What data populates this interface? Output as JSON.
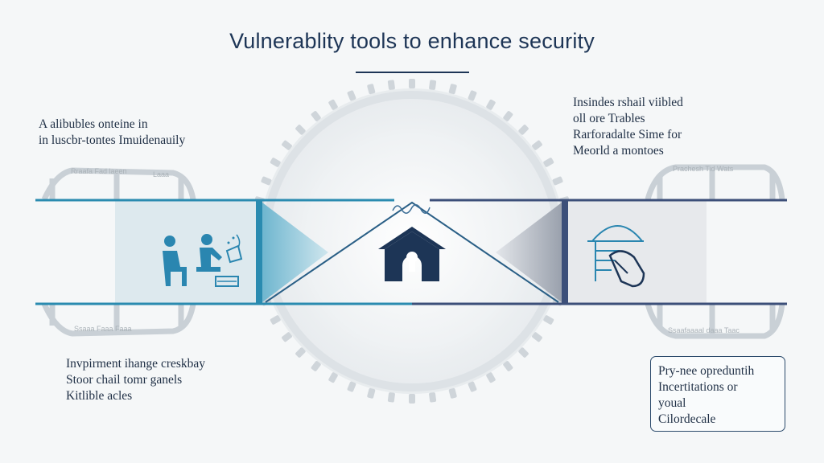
{
  "title": "Vulnerablity tools to enhance security",
  "left_top_text": [
    "A alibubles onteine in",
    "in luscbr-tontes Imuidenauily"
  ],
  "right_top_text": [
    "Insindes rshail viibled",
    "oll ore Trables",
    "Rarforadalte Sime for",
    "Meorld a montoes"
  ],
  "left_bottom_text": [
    "Invpirment ihange creskbay",
    "Stoor chail tomr ganels",
    "Kitlible acles"
  ],
  "right_bottom_text": [
    "Pry-nee opreduntih",
    "Incertitations or",
    "youal",
    "Cilordecale"
  ],
  "bridge_labels": {
    "left_top": "Rraafa Fad laeen",
    "left_top_small": "Laaa",
    "right_top": "Prachesh Tid Wats",
    "left_bottom": "Ssaaa Faaa Faaa",
    "right_bottom": "Ssaafaaaal daaa Taac"
  },
  "icons": {
    "left": "people-at-computer-icon",
    "center": "house-lock-icon",
    "right": "hand-on-document-icon"
  },
  "colors": {
    "title": "#1d3556",
    "left_line": "#2a8bb0",
    "right_line": "#3c4f79",
    "icon_blue": "#2a86b0",
    "house": "#1d3556"
  }
}
